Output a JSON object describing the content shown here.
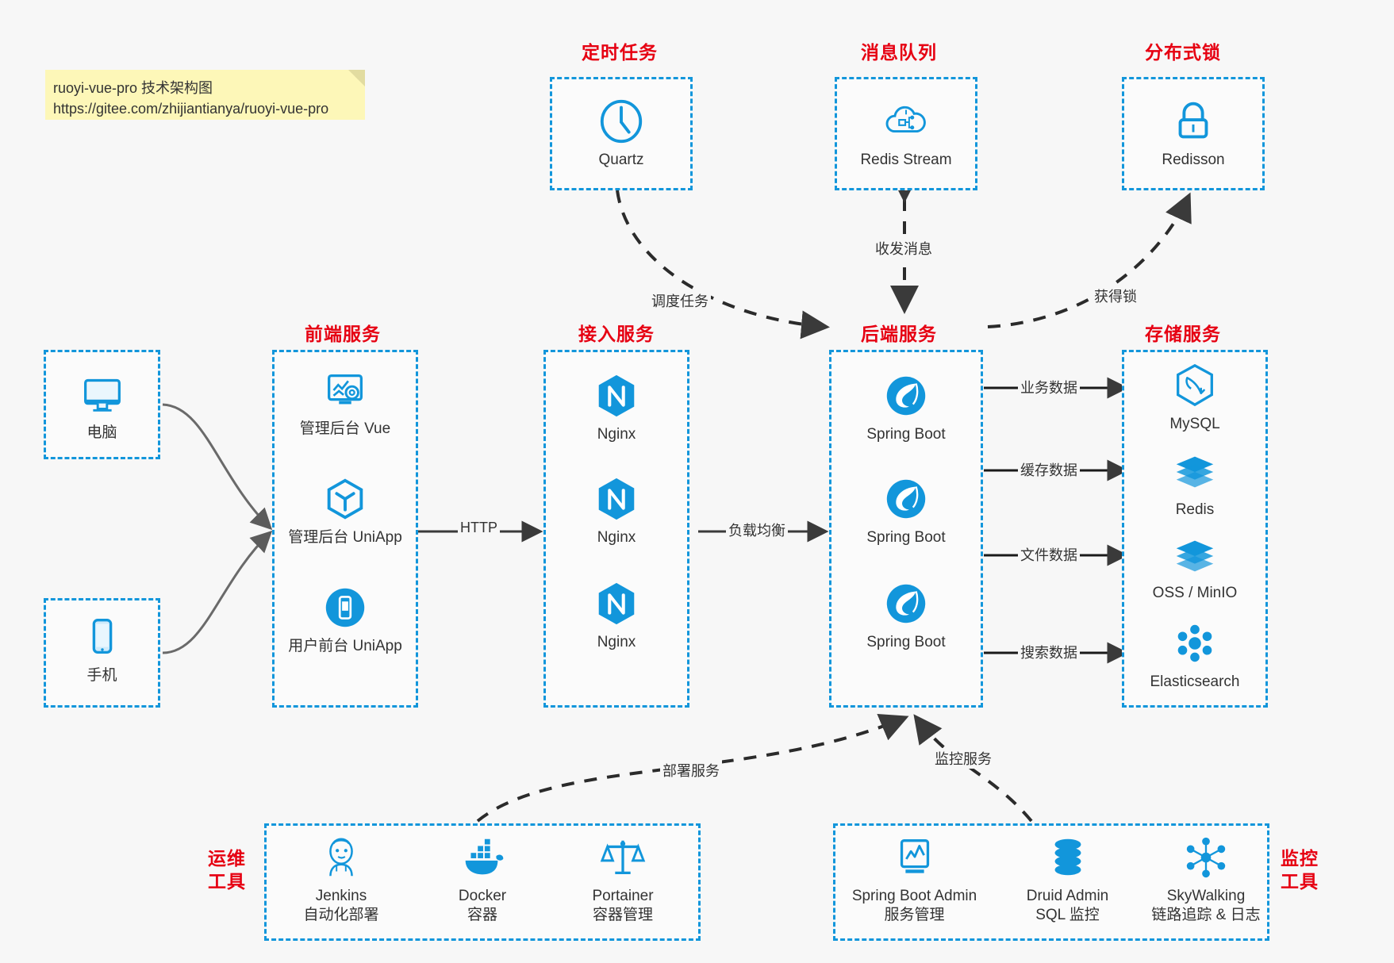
{
  "note": {
    "line1": "ruoyi-vue-pro 技术架构图",
    "line2": "https://gitee.com/zhijiantianya/ruoyi-vue-pro"
  },
  "categories": {
    "scheduled_task": "定时任务",
    "message_queue": "消息队列",
    "distributed_lock": "分布式锁",
    "frontend_service": "前端服务",
    "gateway_service": "接入服务",
    "backend_service": "后端服务",
    "storage_service": "存储服务",
    "ops_tools_line1": "运维",
    "ops_tools_line2": "工具",
    "monitor_tools_line1": "监控",
    "monitor_tools_line2": "工具"
  },
  "clients": [
    {
      "label": "电脑",
      "icon": "desktop-icon"
    },
    {
      "label": "手机",
      "icon": "mobile-phone-icon"
    }
  ],
  "frontend": [
    {
      "label": "管理后台 Vue",
      "icon": "dashboard-gear-icon"
    },
    {
      "label": "管理后台 UniApp",
      "icon": "cube-icon"
    },
    {
      "label": "用户前台 UniApp",
      "icon": "mobile-app-icon"
    }
  ],
  "gateway": [
    {
      "label": "Nginx",
      "icon": "nginx-icon"
    },
    {
      "label": "Nginx",
      "icon": "nginx-icon"
    },
    {
      "label": "Nginx",
      "icon": "nginx-icon"
    }
  ],
  "backend": [
    {
      "label": "Spring Boot",
      "icon": "spring-boot-icon"
    },
    {
      "label": "Spring Boot",
      "icon": "spring-boot-icon"
    },
    {
      "label": "Spring Boot",
      "icon": "spring-boot-icon"
    }
  ],
  "storage": [
    {
      "label": "MySQL",
      "icon": "mysql-icon"
    },
    {
      "label": "Redis",
      "icon": "redis-icon"
    },
    {
      "label": "OSS / MinIO",
      "icon": "oss-minio-icon"
    },
    {
      "label": "Elasticsearch",
      "icon": "elasticsearch-icon"
    }
  ],
  "top_services": {
    "quartz": {
      "label": "Quartz",
      "icon": "clock-icon"
    },
    "redis_stream": {
      "label": "Redis Stream",
      "icon": "cloud-stream-icon"
    },
    "redisson": {
      "label": "Redisson",
      "icon": "lock-icon"
    }
  },
  "ops_tools": [
    {
      "name": "Jenkins",
      "desc": "自动化部署",
      "icon": "jenkins-icon"
    },
    {
      "name": "Docker",
      "desc": "容器",
      "icon": "docker-icon"
    },
    {
      "name": "Portainer",
      "desc": "容器管理",
      "icon": "scales-icon"
    }
  ],
  "monitor_tools": [
    {
      "name": "Spring Boot Admin",
      "desc": "服务管理",
      "icon": "monitor-chart-icon"
    },
    {
      "name": "Druid Admin",
      "desc": "SQL 监控",
      "icon": "database-stack-icon"
    },
    {
      "name": "SkyWalking",
      "desc": "链路追踪 & 日志",
      "icon": "skywalking-icon"
    }
  ],
  "edge_labels": {
    "schedule_task": "调度任务",
    "send_receive_message": "收发消息",
    "acquire_lock": "获得锁",
    "http": "HTTP",
    "load_balance": "负载均衡",
    "business_data": "业务数据",
    "cache_data": "缓存数据",
    "file_data": "文件数据",
    "search_data": "搜索数据",
    "deploy_service": "部署服务",
    "monitor_service": "监控服务"
  },
  "colors": {
    "accent": "#1296db",
    "category": "#e60012",
    "wire": "#4a4a4a",
    "background": "#f7f7f7",
    "note": "#fdf7b8"
  }
}
